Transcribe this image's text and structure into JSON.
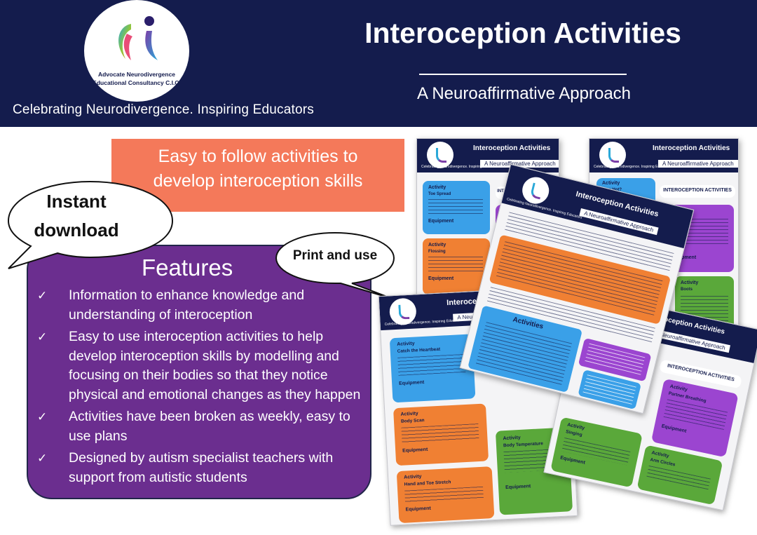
{
  "header": {
    "title": "Interoception Activities",
    "subtitle": "A Neuroaffirmative Approach",
    "tagline": "Celebrating Neurodivergence. Inspiring Educators",
    "logo_text_line1": "Advocate Neurodivergence",
    "logo_text_line2": "Educational Consultancy C.I.C."
  },
  "banner": {
    "line1": "Easy to follow activities to",
    "line2": "develop interoception skills"
  },
  "bubbles": {
    "instant_line1": "Instant",
    "instant_line2": "download",
    "print": "Print and use"
  },
  "features": {
    "heading": "Features",
    "items": [
      "Information to enhance knowledge and understanding of  interoception",
      "Easy to use interoception activities to help develop interoception skills by modelling and focusing on their bodies so that they notice physical and emotional changes as they happen",
      "Activities have been broken as weekly, easy to use plans",
      "Designed by autism specialist teachers with support from autistic students"
    ]
  },
  "mockups": {
    "title": "Interoception Activities",
    "subtitle": "A Neuroaffirmative Approach",
    "tagline": "Celebrating Neurodivergence. Inspiring Educators",
    "section_heading": "INTEROCEPTION ACTIVITIES",
    "activities_heading": "Activities",
    "activity_label": "Activity",
    "equipment_label": "Equipment",
    "activity_names": [
      "Toe Spread",
      "Flossing",
      "Catch the Heartbeat",
      "Body Scan",
      "Hand and Toe Stretch",
      "Body Temperature",
      "How Hot?",
      "Boots",
      "Singing",
      "Arm Circles",
      "Partner Breathing"
    ]
  },
  "colors": {
    "navy": "#141c4d",
    "orange": "#f4795a",
    "purple": "#6b2e8f",
    "card_blue": "#3aa0e8",
    "card_orange": "#f08033",
    "card_purple": "#9b45d0",
    "card_green": "#5aa83a",
    "card_grey": "#d9d9d9"
  }
}
